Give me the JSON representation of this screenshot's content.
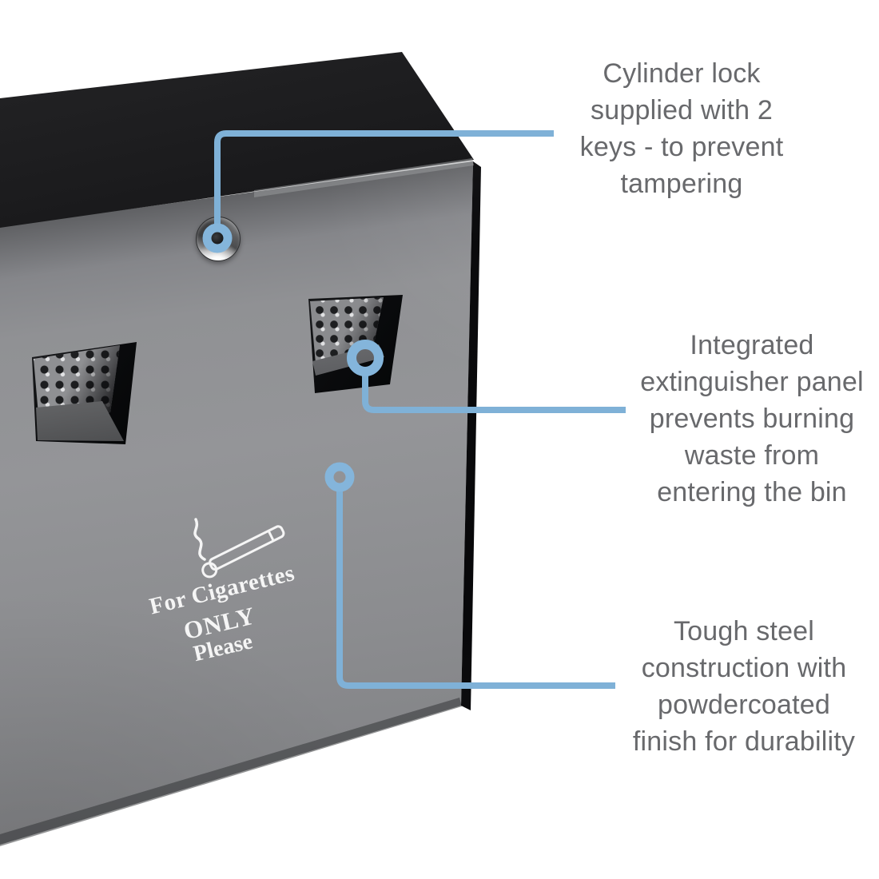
{
  "scene": {
    "background": "#ffffff",
    "description": "Annotated product photo of a black and grey wall-mounted steel cigarette bin"
  },
  "annotations": {
    "line_color": "#7fb1d7",
    "text_color": "#68696c",
    "items": [
      {
        "id": "cylinder-lock",
        "text": "Cylinder lock supplied with 2 keys - to prevent tampering",
        "lines": [
          "Cylinder lock",
          "supplied with 2",
          "keys - to prevent",
          "tampering"
        ]
      },
      {
        "id": "extinguisher-panel",
        "text": "Integrated extinguisher panel prevents burning waste from entering the bin",
        "lines": [
          "Integrated",
          "extinguisher panel",
          "prevents burning",
          "waste from",
          "entering the bin"
        ]
      },
      {
        "id": "steel-construction",
        "text": "Tough steel construction with powdercoated finish for durability",
        "lines": [
          "Tough steel",
          "construction with",
          "powdercoated",
          "finish for durability"
        ]
      }
    ]
  },
  "bin": {
    "sticker": {
      "text_color": "#f5f5f5",
      "lines": [
        "For Cigarettes",
        "ONLY",
        "Please"
      ]
    },
    "colors": {
      "lid": "#1a1a1c",
      "face": "#8d8e90",
      "side": "#0c0c0e",
      "panel_opening": "#0b0c0e",
      "lock_chrome": "#c9cacc"
    }
  }
}
